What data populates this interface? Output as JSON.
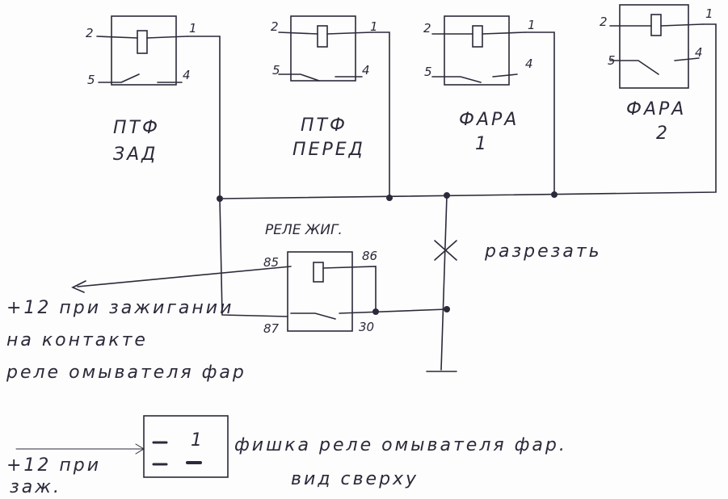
{
  "relays": [
    {
      "name_line1": "ПТФ",
      "name_line2": "ЗАД",
      "pins": [
        "2",
        "1",
        "5",
        "4"
      ]
    },
    {
      "name_line1": "ПТФ",
      "name_line2": "ПЕРЕД",
      "pins": [
        "2",
        "1",
        "5",
        "4"
      ]
    },
    {
      "name_line1": "ФАРА",
      "name_line2": "1",
      "pins": [
        "2",
        "1",
        "5",
        "4"
      ]
    },
    {
      "name_line1": "ФАРА",
      "name_line2": "2",
      "pins": [
        "2",
        "1",
        "5",
        "4"
      ]
    }
  ],
  "ignition_relay": {
    "title": "РЕЛЕ ЖИГ.",
    "pins": [
      "85",
      "86",
      "87",
      "30"
    ]
  },
  "cut_label": "разрезать",
  "note_ignition": [
    "+12 при зажигании",
    "на    контакте",
    "реле омывателя фар"
  ],
  "connector": {
    "label_line1": "фишка реле   омывателя фар.",
    "label_line2": "вид сверху",
    "input_line1": "+12 при",
    "input_line2": "заж.",
    "mark": "1"
  }
}
